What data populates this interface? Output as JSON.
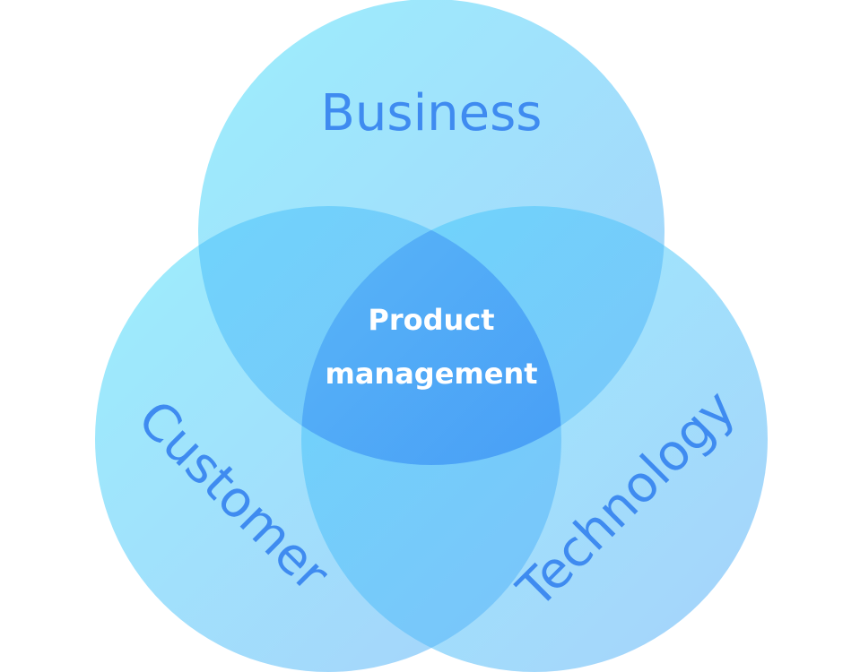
{
  "diagram": {
    "type": "venn",
    "circles": [
      {
        "label": "Business"
      },
      {
        "label": "Customer"
      },
      {
        "label": "Technology"
      }
    ],
    "center": {
      "line1": "Product",
      "line2": "management"
    }
  },
  "colors": {
    "circle_fill_start": "#9ceefc",
    "circle_fill_end": "#a6d2fb",
    "pair_overlap_start": "#6ed6fb",
    "pair_overlap_end": "#7fbefa",
    "center_start": "#5ab6f7",
    "center_end": "#3a8cf6",
    "label_text": "#3f8bf0",
    "center_text": "#ffffff",
    "background": "#ffffff"
  }
}
